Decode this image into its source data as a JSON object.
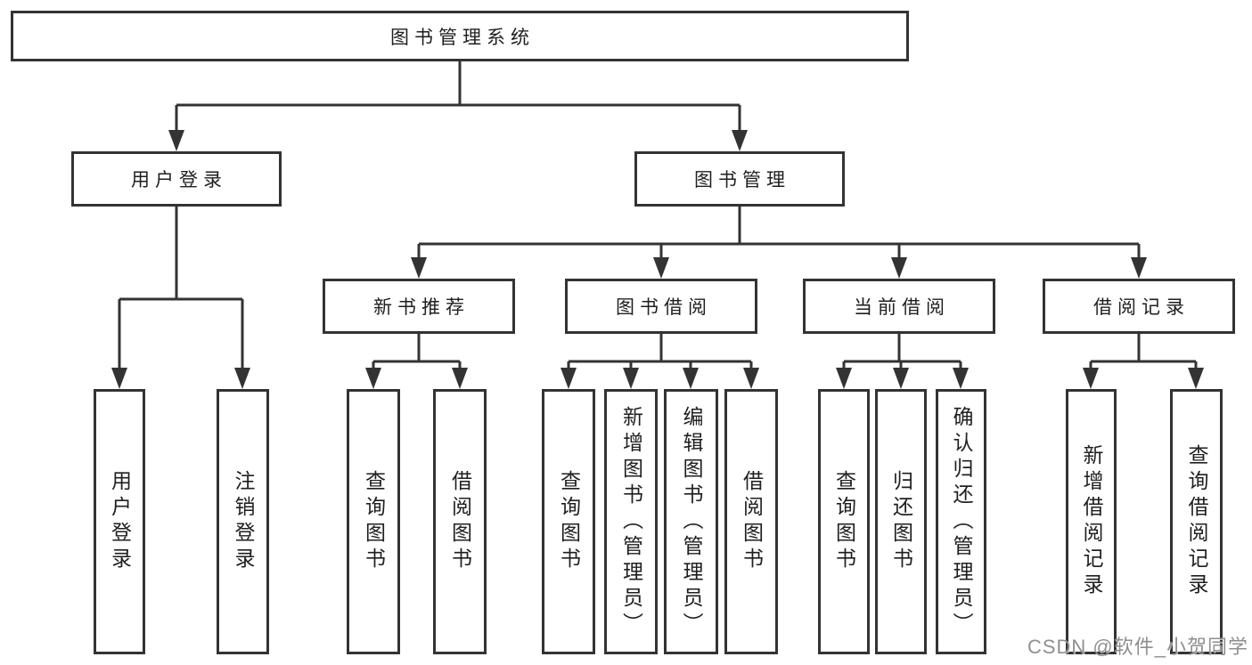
{
  "diagram": {
    "root": {
      "label": "图书管理系统"
    },
    "level2": [
      {
        "label": "用户登录"
      },
      {
        "label": "图书管理"
      }
    ],
    "level3": [
      {
        "label": "新书推荐",
        "parent": "图书管理"
      },
      {
        "label": "图书借阅",
        "parent": "图书管理"
      },
      {
        "label": "当前借阅",
        "parent": "图书管理"
      },
      {
        "label": "借阅记录",
        "parent": "图书管理"
      }
    ],
    "leaves": [
      {
        "label": "用户登录",
        "parent": "用户登录"
      },
      {
        "label": "注销登录",
        "parent": "用户登录"
      },
      {
        "label": "查询图书",
        "parent": "新书推荐"
      },
      {
        "label": "借阅图书",
        "parent": "新书推荐"
      },
      {
        "label": "查询图书",
        "parent": "图书借阅"
      },
      {
        "label": "新增图书（管理员）",
        "parent": "图书借阅"
      },
      {
        "label": "编辑图书（管理员）",
        "parent": "图书借阅"
      },
      {
        "label": "借阅图书",
        "parent": "图书借阅"
      },
      {
        "label": "查询图书",
        "parent": "当前借阅"
      },
      {
        "label": "归还图书",
        "parent": "当前借阅"
      },
      {
        "label": "确认归还（管理员）",
        "parent": "当前借阅"
      },
      {
        "label": "新增借阅记录",
        "parent": "借阅记录"
      },
      {
        "label": "查询借阅记录",
        "parent": "借阅记录"
      }
    ]
  },
  "watermark": {
    "text": "CSDN @软件_小贺同学"
  },
  "colors": {
    "line": "#333333",
    "text": "#1f1f1f",
    "background": "#ffffff",
    "watermark": "#8f8f8f"
  }
}
